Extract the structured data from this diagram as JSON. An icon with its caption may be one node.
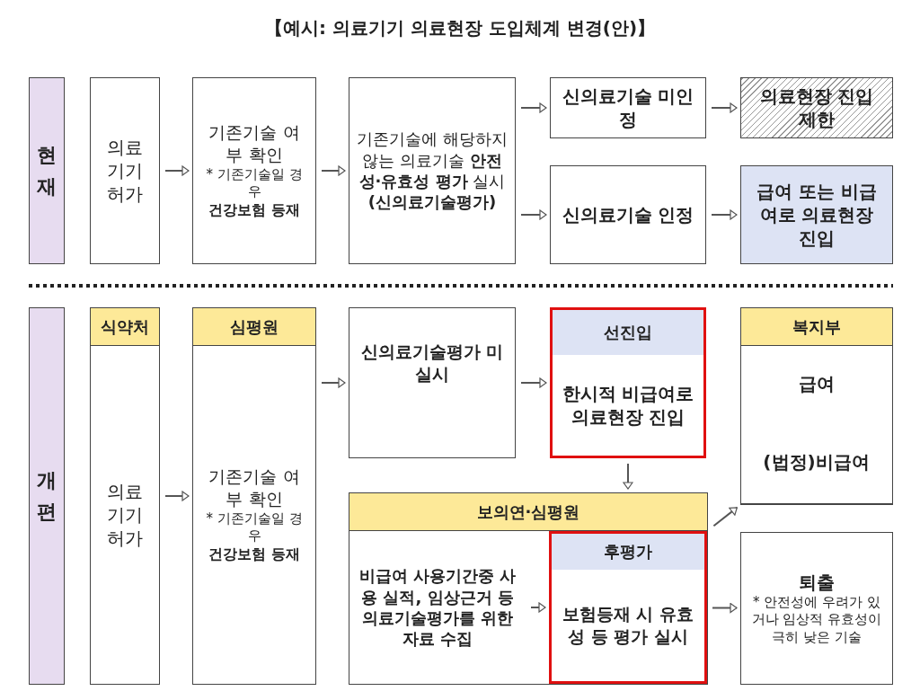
{
  "diagram": {
    "title": "【예시: 의료기기 의료현장 도입체계 변경(안)】",
    "nodes": [
      {
        "text": [
          "현재"
        ]
      },
      {
        "text": [
          "의료 기기 허가"
        ]
      },
      {
        "text": [
          "기존기술 여부 확인",
          "* 기존기술일 경우",
          "건강보험 등재"
        ]
      },
      {
        "text": [
          "기존기술에 해당하지 않는 의료기술 **안전성·유효성 평가** 실시 **(신의료기술평가)**"
        ]
      },
      {
        "text": [
          "신의료기술 미인정"
        ]
      },
      {
        "text": [
          "의료현장 진입 제한"
        ]
      },
      {
        "text": [
          "신의료기술 인정"
        ]
      },
      {
        "text": [
          "급여 또는 비급여로 의료현장 진입"
        ]
      },
      {
        "text": [
          "개편"
        ]
      },
      {
        "text": [
          "식약처",
          "의료 기기 허가"
        ]
      },
      {
        "text": [
          "심평원",
          "기존기술 여부 확인",
          "* 기존기술일 경우",
          "건강보험 등재"
        ]
      },
      {
        "text": [
          "신의료기술평가 미실시"
        ]
      },
      {
        "text": [
          "선진입",
          "한시적 비급여로 의료현장 진입"
        ]
      },
      {
        "text": [
          "보의연·심평원"
        ]
      },
      {
        "text": [
          "비급여 사용기간중 사용 실적, 임상근거 등 의료기술평가를 위한 자료 수집"
        ],
        "in": 13
      },
      {
        "text": [
          "후평가",
          "보험등재 시 유효성 등 평가 실시"
        ],
        "in": 13
      },
      {
        "text": [
          "복지부"
        ]
      },
      {
        "text": [
          "급여"
        ],
        "in": 16
      },
      {
        "text": [
          "(법정)비급여"
        ],
        "in": 16
      },
      {
        "text": [
          "퇴출",
          "* 안전성에 우려가 있거나 임상적 유효성이 극히 낮은 기술"
        ]
      }
    ],
    "edges": [
      {
        "from": 1,
        "to": 2,
        "arrow": "to"
      },
      {
        "from": 2,
        "to": 3,
        "arrow": "to"
      },
      {
        "from": 3,
        "to": 4,
        "arrow": "to"
      },
      {
        "from": 3,
        "to": 6,
        "arrow": "to"
      },
      {
        "from": 4,
        "to": 5,
        "arrow": "to"
      },
      {
        "from": 6,
        "to": 7,
        "arrow": "to"
      },
      {
        "from": 9,
        "to": 10,
        "arrow": "to"
      },
      {
        "from": 10,
        "to": 11,
        "arrow": "to"
      },
      {
        "from": 11,
        "to": 12,
        "arrow": "to"
      },
      {
        "from": 12,
        "to": 13,
        "arrow": "to"
      },
      {
        "from": 14,
        "to": 15,
        "arrow": "to"
      },
      {
        "from": 15,
        "to": 16,
        "arrow": "to"
      },
      {
        "from": 15,
        "to": 19,
        "arrow": "to"
      }
    ]
  }
}
